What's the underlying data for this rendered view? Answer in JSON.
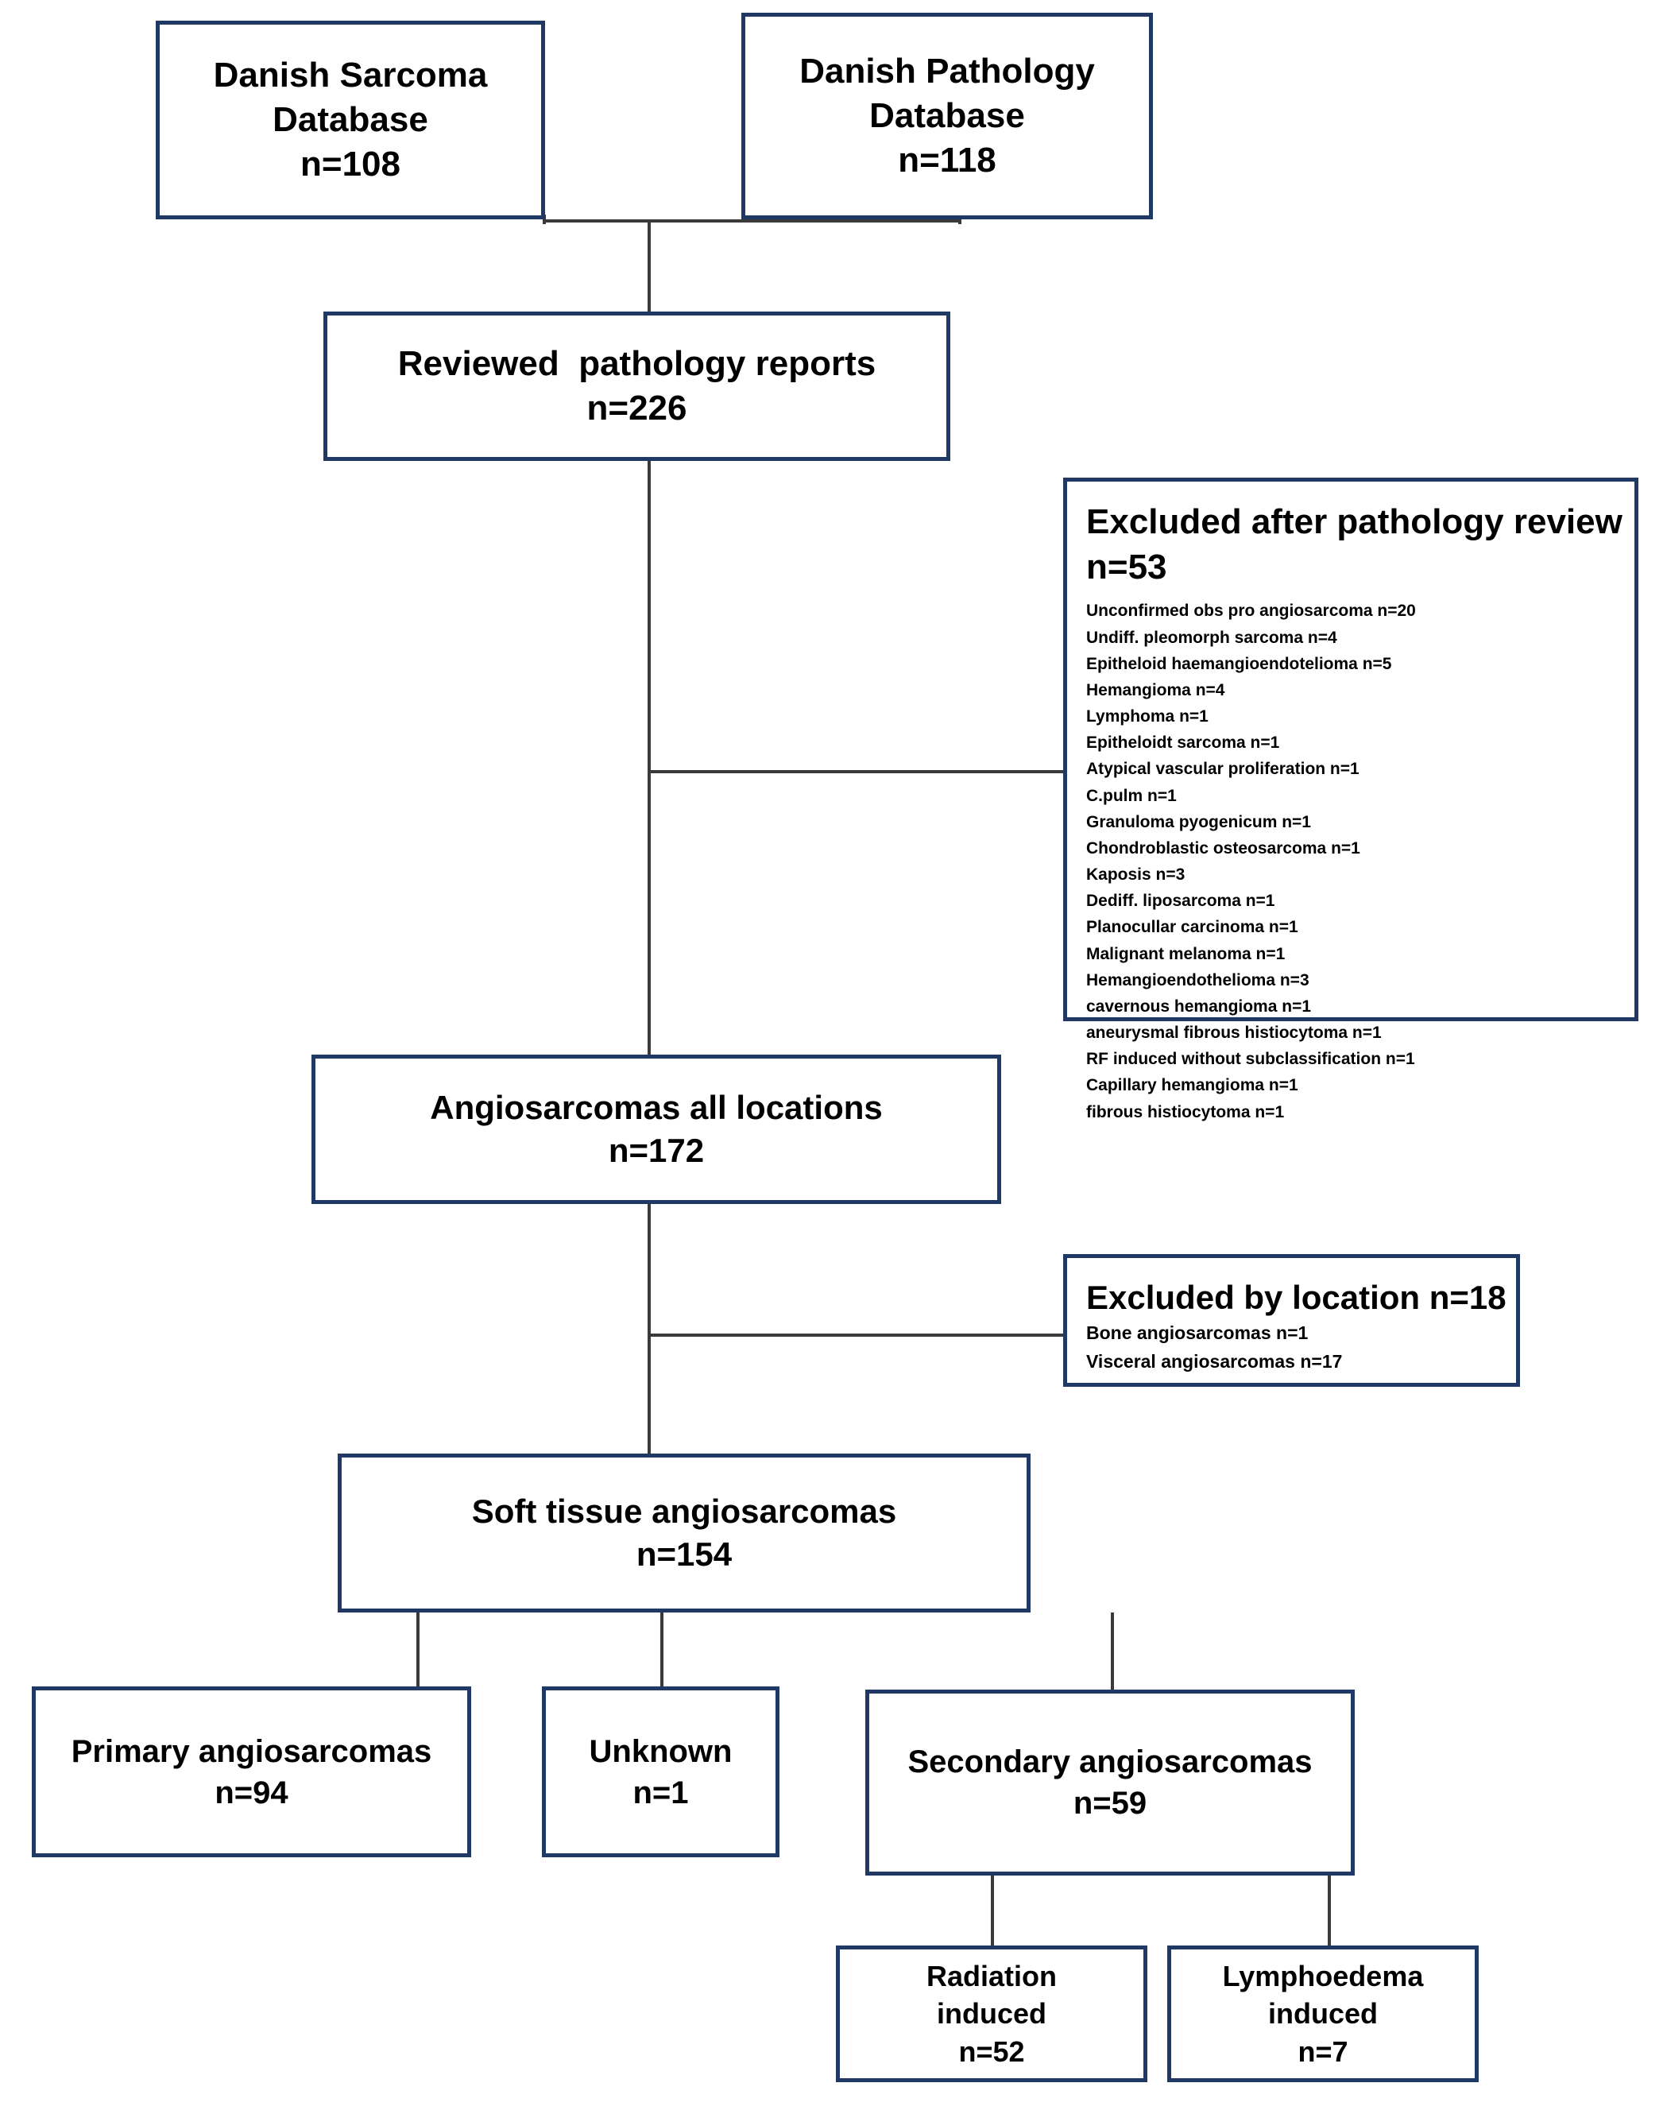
{
  "diagram": {
    "title": "Study selection flow diagram",
    "accent_color": "#1f3864",
    "connector_color": "#3a3a3a",
    "background_color": "#ffffff",
    "nodes": {
      "danish_sarcoma_database": {
        "line1": "Danish Sarcoma",
        "line2": "Database",
        "line3": "n=108"
      },
      "danish_pathology_database": {
        "line1": "Danish Pathology",
        "line2": "Database",
        "line3": "n=118"
      },
      "reviewed_pathology_reports": {
        "line1": "Reviewed  pathology reports",
        "line2": "n=226"
      },
      "excluded_after_pathology_review": {
        "heading1": "Excluded after pathology review",
        "heading2": "n=53",
        "items": [
          "Unconfirmed obs pro angiosarcoma n=20",
          "Undiff. pleomorph sarcoma n=4",
          "Epitheloid haemangioendotelioma n=5",
          "Hemangioma n=4",
          "Lymphoma n=1",
          "Epitheloidt sarcoma n=1",
          "Atypical vascular proliferation n=1",
          "C.pulm n=1",
          "Granuloma pyogenicum n=1",
          "Chondroblastic osteosarcoma n=1",
          "Kaposis n=3",
          "Dediff. liposarcoma n=1",
          "Planocullar carcinoma n=1",
          "Malignant melanoma n=1",
          "Hemangioendothelioma n=3",
          "cavernous hemangioma n=1",
          "aneurysmal fibrous histiocytoma n=1",
          "RF induced without subclassification n=1",
          "Capillary hemangioma n=1",
          "fibrous histiocytoma n=1"
        ]
      },
      "angiosarcomas_all_locations": {
        "line1": "Angiosarcomas all locations",
        "line2": "n=172"
      },
      "excluded_by_location": {
        "heading1": "Excluded by location n=18",
        "items": [
          "Bone angiosarcomas n=1",
          "Visceral angiosarcomas n=17"
        ]
      },
      "soft_tissue_angiosarcomas": {
        "line1": "Soft tissue angiosarcomas",
        "line2": "n=154"
      },
      "primary_angiosarcomas": {
        "line1": "Primary angiosarcomas",
        "line2": "n=94"
      },
      "unknown": {
        "line1": "Unknown",
        "line2": "n=1"
      },
      "secondary_angiosarcomas": {
        "line1": "Secondary angiosarcomas",
        "line2": "n=59"
      },
      "radiation_induced": {
        "line1": "Radiation",
        "line2": "induced",
        "line3": "n=52"
      },
      "lymphoedema_induced": {
        "line1": "Lymphoedema",
        "line2": "induced",
        "line3": "n=7"
      }
    }
  }
}
